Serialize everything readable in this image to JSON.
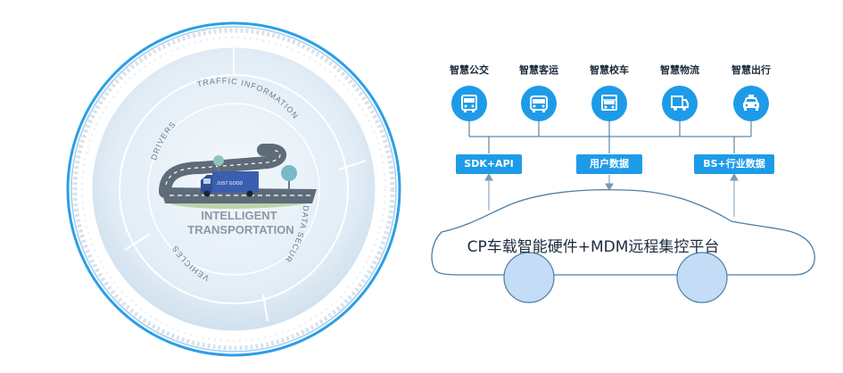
{
  "illustration": {
    "ring_labels": {
      "drivers": "DRIVERS",
      "traffic": "TRAFFIC INFORMATION",
      "data_security": "DATA SECURITY",
      "vehicles": "VEHICLES"
    },
    "center_line1": "INTELLIGENT",
    "center_line2": "TRANSPORTATION",
    "truck_text": "JUST GOOD"
  },
  "services": [
    {
      "label": "智慧公交",
      "icon": "bus-icon"
    },
    {
      "label": "智慧客运",
      "icon": "coach-icon"
    },
    {
      "label": "智慧校车",
      "icon": "school-bus-icon"
    },
    {
      "label": "智慧物流",
      "icon": "truck-icon"
    },
    {
      "label": "智慧出行",
      "icon": "taxi-icon"
    }
  ],
  "badges": {
    "sdk": "SDK+API",
    "user_data": "用户数据",
    "bs": "BS+行业数据"
  },
  "platform_title": "CP车载智能硬件+MDM远程集控平台",
  "colors": {
    "accent": "#1e9be8",
    "outline": "#5b8fb8",
    "wheel": "#c5dcf7"
  }
}
